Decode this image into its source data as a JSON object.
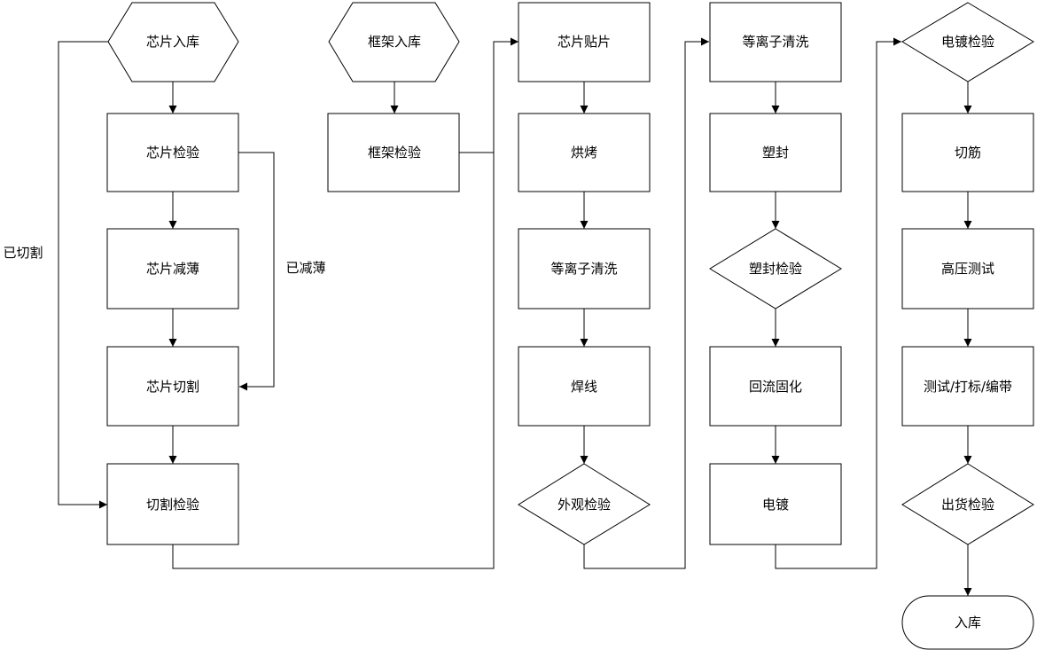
{
  "nodes": {
    "chip_in": "芯片入库",
    "chip_inspect": "芯片检验",
    "chip_thin": "芯片减薄",
    "chip_cut": "芯片切割",
    "cut_inspect": "切割检验",
    "frame_in": "框架入库",
    "frame_inspect": "框架检验",
    "die_attach": "芯片贴片",
    "bake": "烘烤",
    "plasma1": "等离子清洗",
    "wire_bond": "焊线",
    "visual_inspect": "外观检验",
    "plasma2": "等离子清洗",
    "mold": "塑封",
    "mold_inspect": "塑封检验",
    "reflow": "回流固化",
    "plating": "电镀",
    "plating_inspect": "电镀检验",
    "trim": "切筋",
    "hv_test": "高压测试",
    "test_mark_tape": "测试/打标/编带",
    "ship_inspect": "出货检验",
    "store": "入库"
  },
  "edge_labels": {
    "already_cut": "已切割",
    "already_thinned": "已减薄"
  }
}
